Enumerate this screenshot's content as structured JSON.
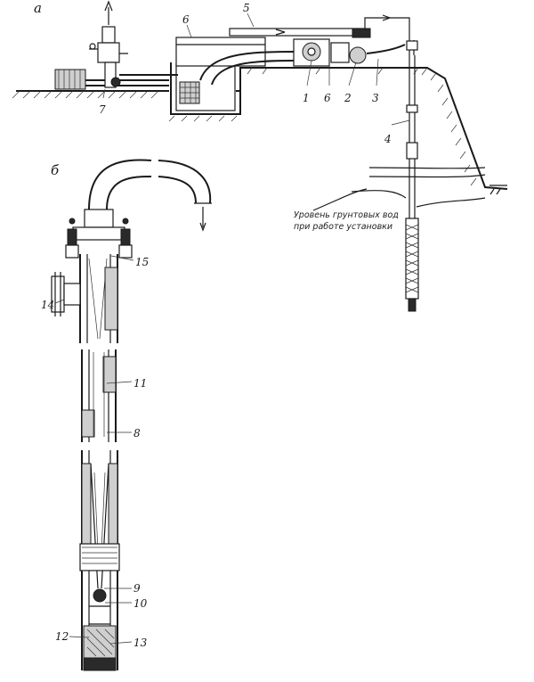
{
  "panels": {
    "a": "а",
    "b": "б"
  },
  "labels": {
    "l1": "1",
    "l2": "2",
    "l3": "3",
    "l4": "4",
    "l5": "5",
    "l6a": "6",
    "l6b": "6",
    "l7": "7",
    "l8": "8",
    "l9": "9",
    "l10": "10",
    "l11": "11",
    "l12": "12",
    "l13": "13",
    "l14": "14",
    "l15": "15"
  },
  "note": {
    "line1": "Уровень грунтовых вод",
    "line2": "при работе установки"
  }
}
